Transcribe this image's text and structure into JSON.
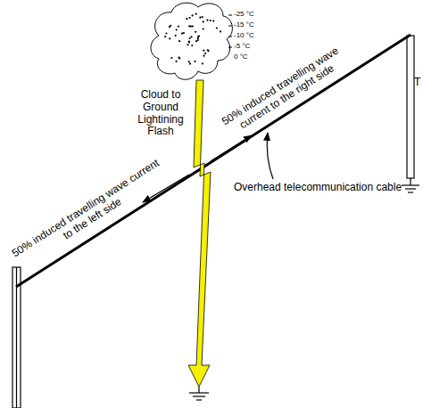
{
  "diagram": {
    "labels": [
      "-25 °C",
      "-15 °C",
      "-10 °C",
      "-5 °C",
      "0 °C",
      "Cloud to Ground Lightining Flash",
      "50% induced travelling wave current to the left side",
      "50% induced travelling wave current to the right side",
      "Overhead telecommunication cable",
      "T"
    ]
  }
}
